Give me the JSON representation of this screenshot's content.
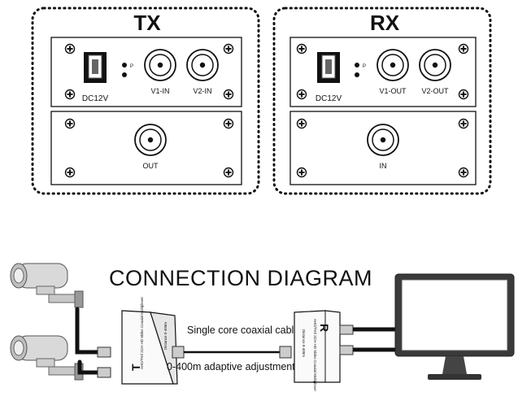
{
  "tx": {
    "title": "TX",
    "power_label": "DC12V",
    "led_label": "P",
    "inputs": [
      "V1-IN",
      "V2-IN"
    ],
    "output_label": "OUT"
  },
  "rx": {
    "title": "RX",
    "power_label": "DC12V",
    "led_label": "P",
    "outputs": [
      "V1-OUT",
      "V2-OUT"
    ],
    "input_label": "IN"
  },
  "diagram": {
    "title": "CONNECTION DIAGRAM",
    "cable_label": "Single core coaxial cable",
    "distance_label": "0-400m adaptive adjustment",
    "tx_unit_letter": "T",
    "rx_unit_letter": "R",
    "tx_unit_text": "AHD/TVI/ 2CH HD Video Coaxial Multiplexer",
    "tx_unit_sub": "Distance 0-400m",
    "rx_unit_text": "AHD/TVI/ 2CH HD Video Coaxial Multiplexer",
    "rx_unit_sub": "Distance 0-400m"
  },
  "icons": [
    "screw-icon",
    "bnc-connector-icon",
    "dc-jack-icon",
    "camera-icon",
    "monitor-icon"
  ]
}
